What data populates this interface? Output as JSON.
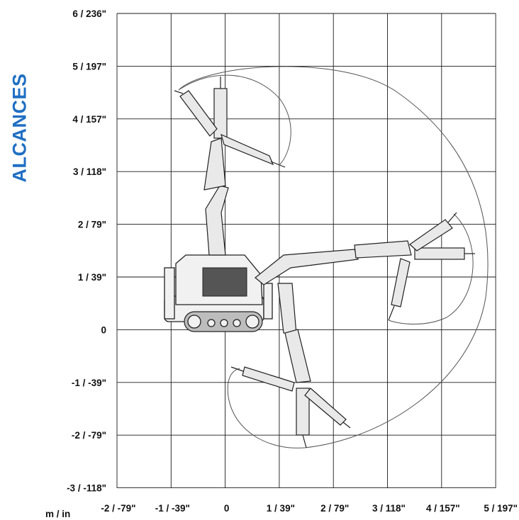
{
  "title": "ALCANCES",
  "unit_label": "m / in",
  "y_ticks": [
    {
      "value": 6,
      "label": "6 / 236\""
    },
    {
      "value": 5,
      "label": "5 / 197\""
    },
    {
      "value": 4,
      "label": "4 / 157\""
    },
    {
      "value": 3,
      "label": "3 / 118\""
    },
    {
      "value": 2,
      "label": "2 / 79\""
    },
    {
      "value": 1,
      "label": "1 / 39\""
    },
    {
      "value": 0,
      "label": "0"
    },
    {
      "value": -1,
      "label": "-1 / -39\""
    },
    {
      "value": -2,
      "label": "-2 / -79\""
    },
    {
      "value": -3,
      "label": "-3 / -118\""
    }
  ],
  "x_ticks": [
    {
      "value": -2,
      "label": "-2 / -79\""
    },
    {
      "value": -1,
      "label": "-1 / -39\""
    },
    {
      "value": 0,
      "label": "0"
    },
    {
      "value": 1,
      "label": "1 / 39\""
    },
    {
      "value": 2,
      "label": "2 / 79\""
    },
    {
      "value": 3,
      "label": "3 / 118\""
    },
    {
      "value": 4,
      "label": "4 / 157\""
    },
    {
      "value": 5,
      "label": "5 / 197\""
    }
  ],
  "x_range": [
    -2,
    5
  ],
  "y_range": [
    -3,
    6
  ],
  "grid": true,
  "colors": {
    "title": "#1f6fc2",
    "grid": "#1a1a1a",
    "envelope": "#555555"
  }
}
